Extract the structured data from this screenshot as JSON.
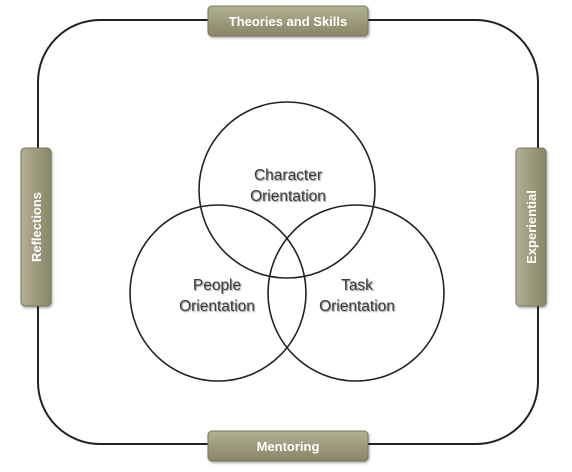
{
  "frame": {
    "stroke": "#222222"
  },
  "tabs": {
    "top": {
      "label": "Theories and Skills"
    },
    "bottom": {
      "label": "Mentoring"
    },
    "left": {
      "label": "Reflections"
    },
    "right": {
      "label": "Experiential"
    },
    "fill_color": "#9d9a7c",
    "border_color": "#7a7760"
  },
  "circles": {
    "character": {
      "line1": "Character",
      "line2": "Orientation"
    },
    "people": {
      "line1": "People",
      "line2": "Orientation"
    },
    "task": {
      "line1": "Task",
      "line2": "Orientation"
    }
  }
}
